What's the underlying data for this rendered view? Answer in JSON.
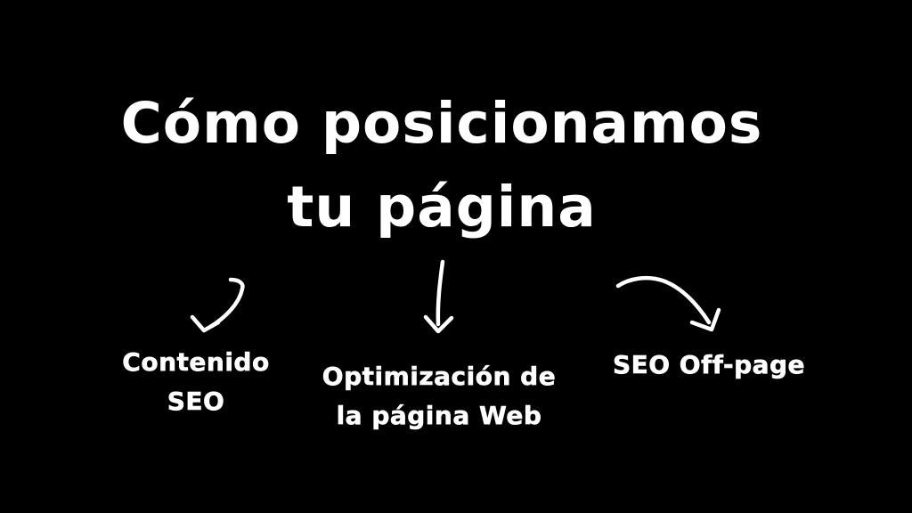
{
  "theme": {
    "background": "#000000",
    "ink": "#ffffff"
  },
  "title": {
    "line1": "Cómo posicionamos",
    "line2": "tu página"
  },
  "branches": [
    {
      "arrow_icon": "curved-arrow-down-left",
      "label_line1": "Contenido",
      "label_line2": "SEO"
    },
    {
      "arrow_icon": "straight-arrow-down",
      "label_line1": "Optimización de",
      "label_line2": "la página Web"
    },
    {
      "arrow_icon": "curved-arrow-down-right",
      "label_line1": "SEO Off-page"
    }
  ]
}
